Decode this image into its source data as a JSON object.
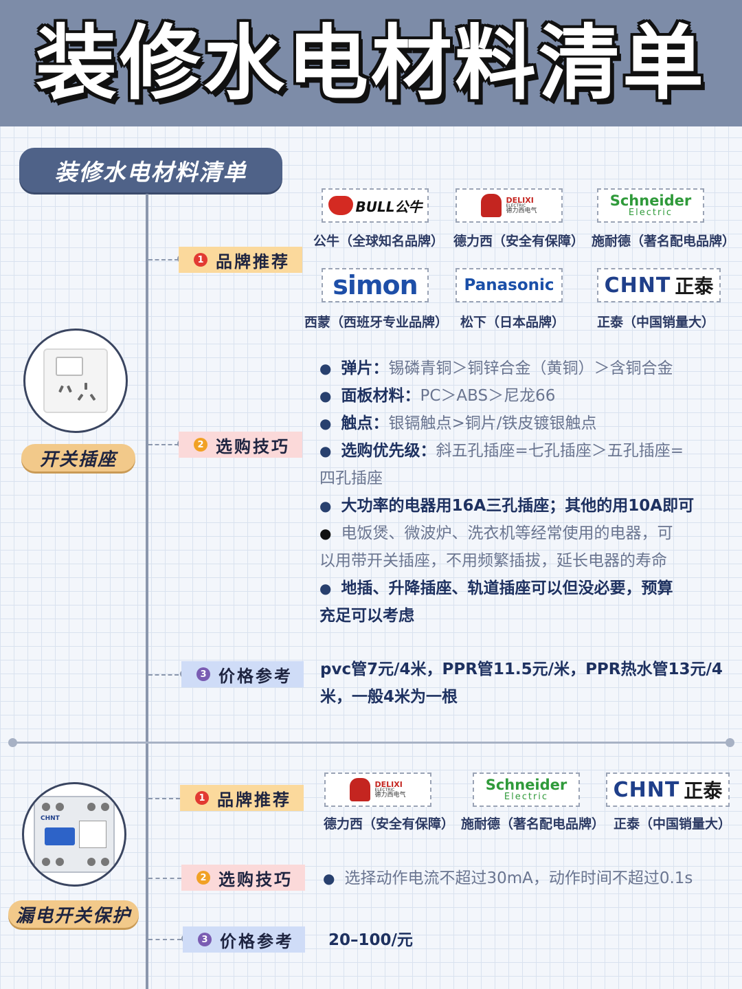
{
  "header": {
    "title": "装修水电材料清单"
  },
  "subtitle": "装修水电材料清单",
  "colors": {
    "header_bg": "#7d8ca8",
    "pill_bg": "#4f6288",
    "accent_red": "#e23a32",
    "brand_blue": "#1e3160"
  },
  "section1": {
    "category": "开关插座",
    "image": "wall-socket-photo",
    "tags": {
      "brand": {
        "num": "1",
        "label": "品牌推荐"
      },
      "tips": {
        "num": "2",
        "label": "选购技巧"
      },
      "price": {
        "num": "3",
        "label": "价格参考"
      }
    },
    "brands": [
      {
        "logo": "BULL公牛",
        "caption": "公牛（全球知名品牌）"
      },
      {
        "logo_en": "DELIXI",
        "logo_small": "ELECTRIC",
        "logo_cn": "德力西电气",
        "caption": "德力西（安全有保障）"
      },
      {
        "logo_main": "Schneider",
        "logo_sub": "Electric",
        "caption": "施耐德（著名配电品牌）"
      },
      {
        "logo": "simon",
        "caption": "西蒙（西班牙专业品牌）"
      },
      {
        "logo": "Panasonic",
        "caption": "松下（日本品牌）"
      },
      {
        "logo_en": "CHNT",
        "logo_cn": "正泰",
        "caption": "正泰（中国销量大）"
      }
    ],
    "tips": [
      {
        "key": "弹片：",
        "text": "锡磷青铜＞铜锌合金（黄铜）＞含铜合金"
      },
      {
        "key": "面板材料：",
        "text": "PC＞ABS＞尼龙66"
      },
      {
        "key": "触点：",
        "text": "银镉触点>铜片/铁皮镀银触点"
      },
      {
        "key": "选购优先级：",
        "text": "斜五孔插座=七孔插座＞五孔插座=",
        "cont": "四孔插座"
      },
      {
        "strong": "大功率的电器用16A三孔插座；其他的用10A即可"
      },
      {
        "text": "电饭煲、微波炉、洗衣机等经常使用的电器，可",
        "cont": "以用带开关插座，不用频繁插拔，延长电器的寿命"
      },
      {
        "strong": "地插、升降插座、轨道插座可以但没必要，预算",
        "cont": "充足可以考虑"
      }
    ],
    "price": {
      "line1": "pvc管7元/4米，PPR管11.5元/米，PPR热水管13元/4",
      "line2": "米，一般4米为一根"
    }
  },
  "section2": {
    "category": "漏电开关保护",
    "image": "circuit-breaker-photo",
    "tags": {
      "brand": {
        "num": "1",
        "label": "品牌推荐"
      },
      "tips": {
        "num": "2",
        "label": "选购技巧"
      },
      "price": {
        "num": "3",
        "label": "价格参考"
      }
    },
    "brands": [
      {
        "logo_en": "DELIXI",
        "logo_small": "ELECTRIC",
        "logo_cn": "德力西电气",
        "caption": "德力西（安全有保障）"
      },
      {
        "logo_main": "Schneider",
        "logo_sub": "Electric",
        "caption": "施耐德（著名配电品牌）"
      },
      {
        "logo_en": "CHNT",
        "logo_cn": "正泰",
        "caption": "正泰（中国销量大）"
      }
    ],
    "tip": "选择动作电流不超过30mA，动作时间不超过0.1s",
    "price": "20–100/元",
    "breaker_label": "CHNT"
  }
}
